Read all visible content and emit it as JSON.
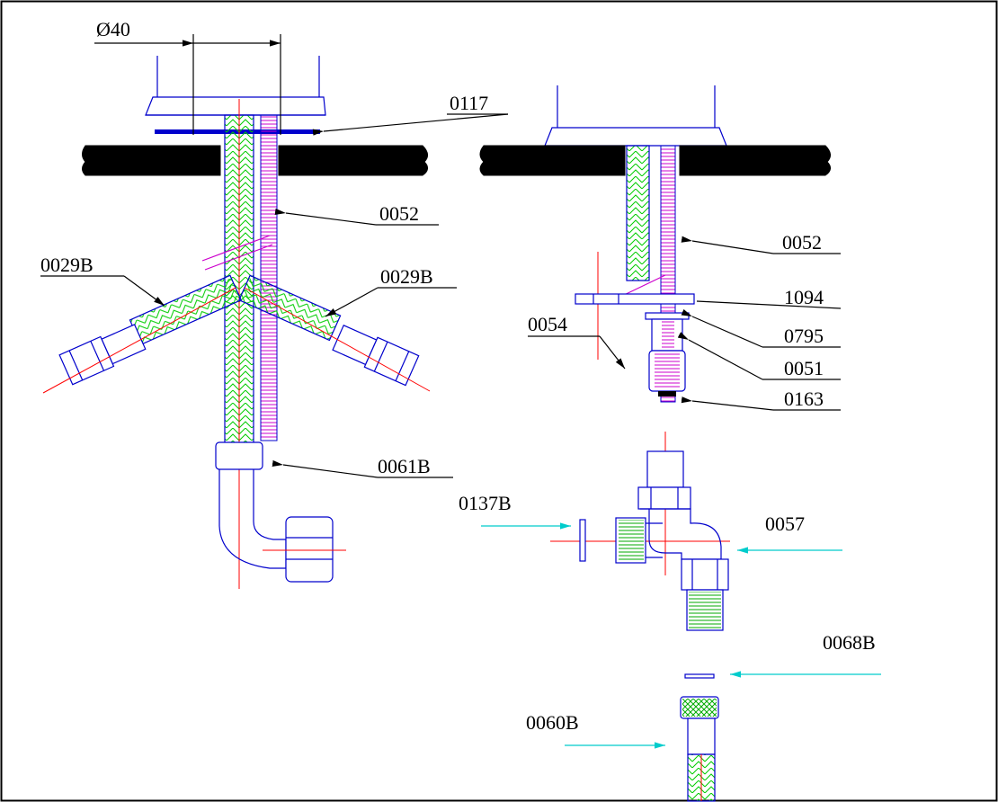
{
  "labels": {
    "diameter": "Ø40",
    "washer_top": "0117",
    "rod_left": "0052",
    "hose_left": "0029B",
    "hose_right": "0029B",
    "outlet_hose": "0061B",
    "rod_right": "0052",
    "bracket": "1094",
    "washer": "0795",
    "spacer": "0051",
    "nut_label": "0054",
    "nut_bottom": "0163",
    "valve_left": "0137B",
    "valve_right": "0057",
    "seal": "0068B",
    "supply_hose": "0060B"
  },
  "colors": {
    "outline": "#0000cc",
    "braid": "#00cc00",
    "threaded_rod": "#cc00cc",
    "centerline": "#ff0000",
    "arrow_cyan": "#00cccc",
    "counter": "#000000"
  }
}
